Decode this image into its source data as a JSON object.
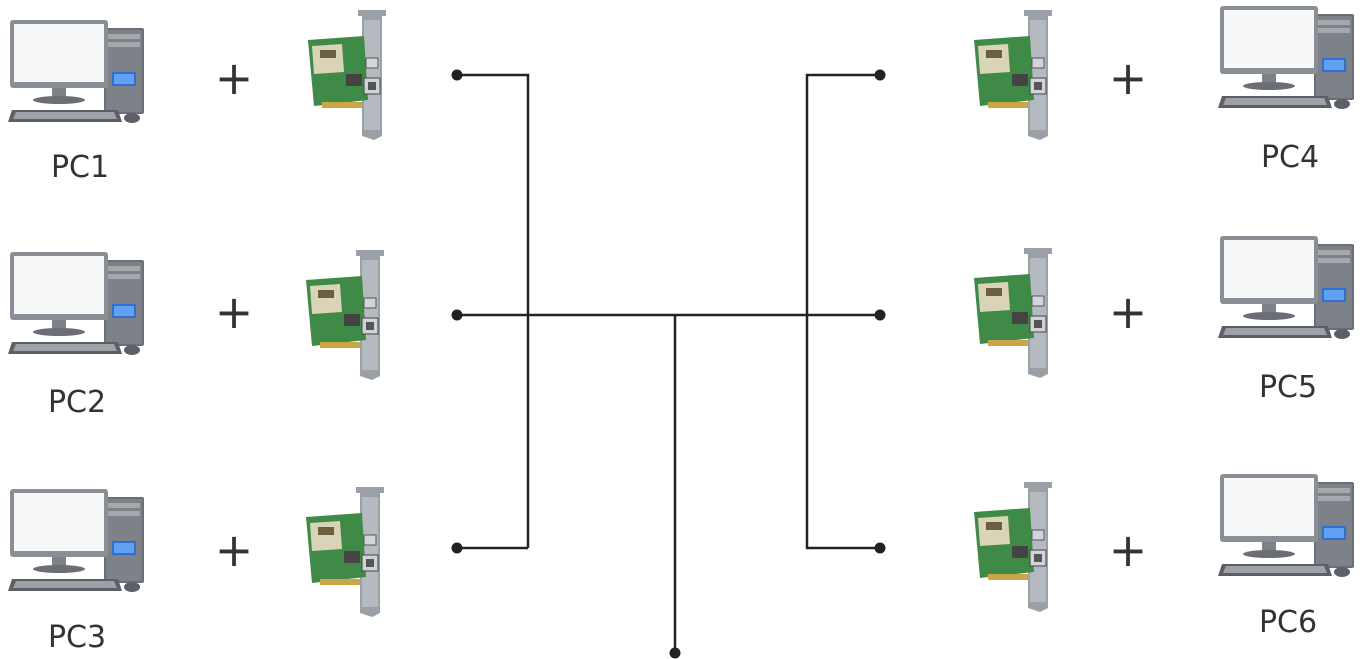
{
  "nodes": [
    {
      "label": "PC1",
      "connector": "+"
    },
    {
      "label": "PC2",
      "connector": "+"
    },
    {
      "label": "PC3",
      "connector": "+"
    },
    {
      "label": "PC4",
      "connector": "+"
    },
    {
      "label": "PC5",
      "connector": "+"
    },
    {
      "label": "PC6",
      "connector": "+"
    }
  ],
  "icons": {
    "computer": "desktop-computer-icon",
    "card": "network-interface-card-icon"
  },
  "colors": {
    "line": "#222222",
    "monitor_frame": "#8a8f96",
    "screen": "#f7f8fa",
    "tower": "#6b6f75",
    "pcb": "#3f8a46",
    "bracket": "#9aa0a6",
    "text": "#333333"
  }
}
